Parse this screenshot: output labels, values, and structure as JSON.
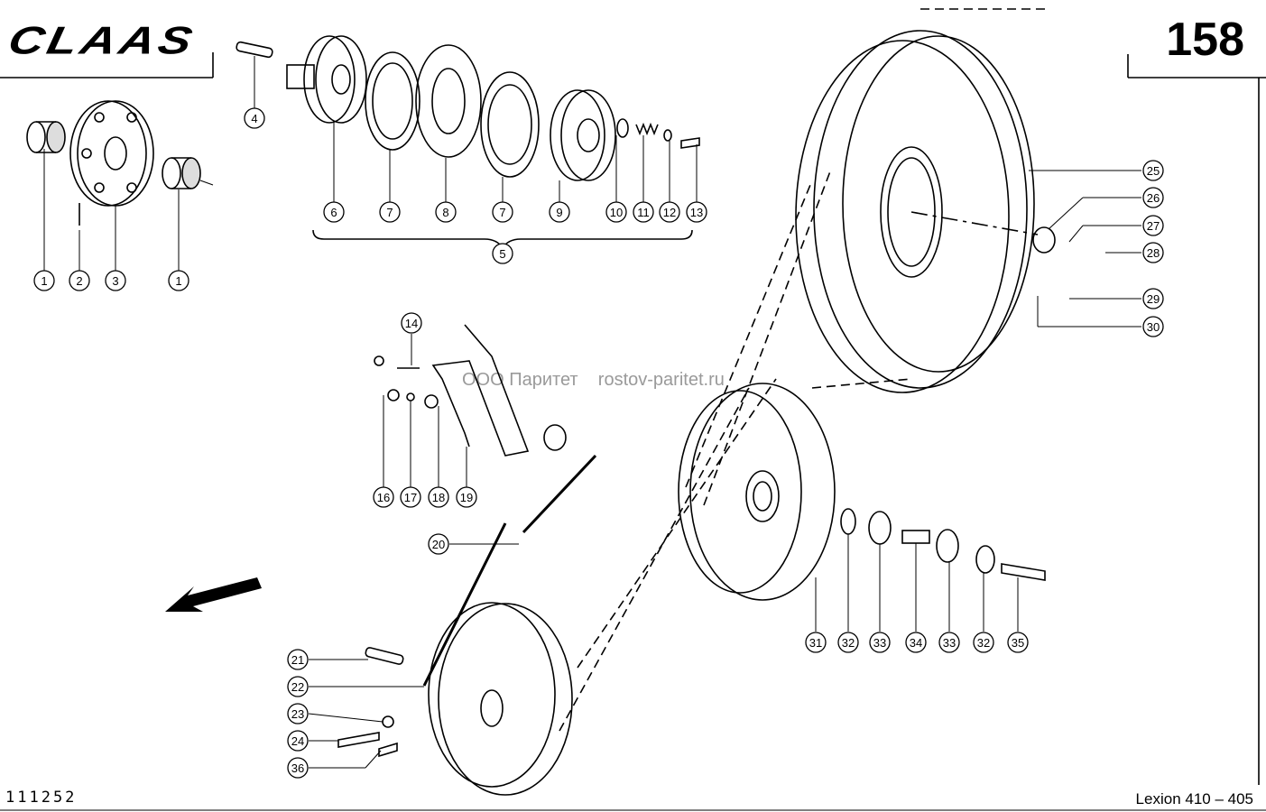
{
  "header": {
    "brand": "CLAAS",
    "page_number": "158"
  },
  "footer": {
    "document_number": "111252",
    "model": "Lexion 410 – 405"
  },
  "watermark": "ООО Паритет    rostov-paritet.ru",
  "callouts": [
    "1",
    "2",
    "3",
    "1",
    "4",
    "6",
    "7",
    "8",
    "7",
    "9",
    "10",
    "11",
    "12",
    "13",
    "5",
    "25",
    "26",
    "27",
    "28",
    "29",
    "30",
    "14",
    "16",
    "17",
    "18",
    "19",
    "20",
    "31",
    "32",
    "33",
    "34",
    "33",
    "32",
    "35",
    "21",
    "22",
    "23",
    "24",
    "36"
  ],
  "icons": {
    "arrow": "direction-arrow-icon"
  }
}
